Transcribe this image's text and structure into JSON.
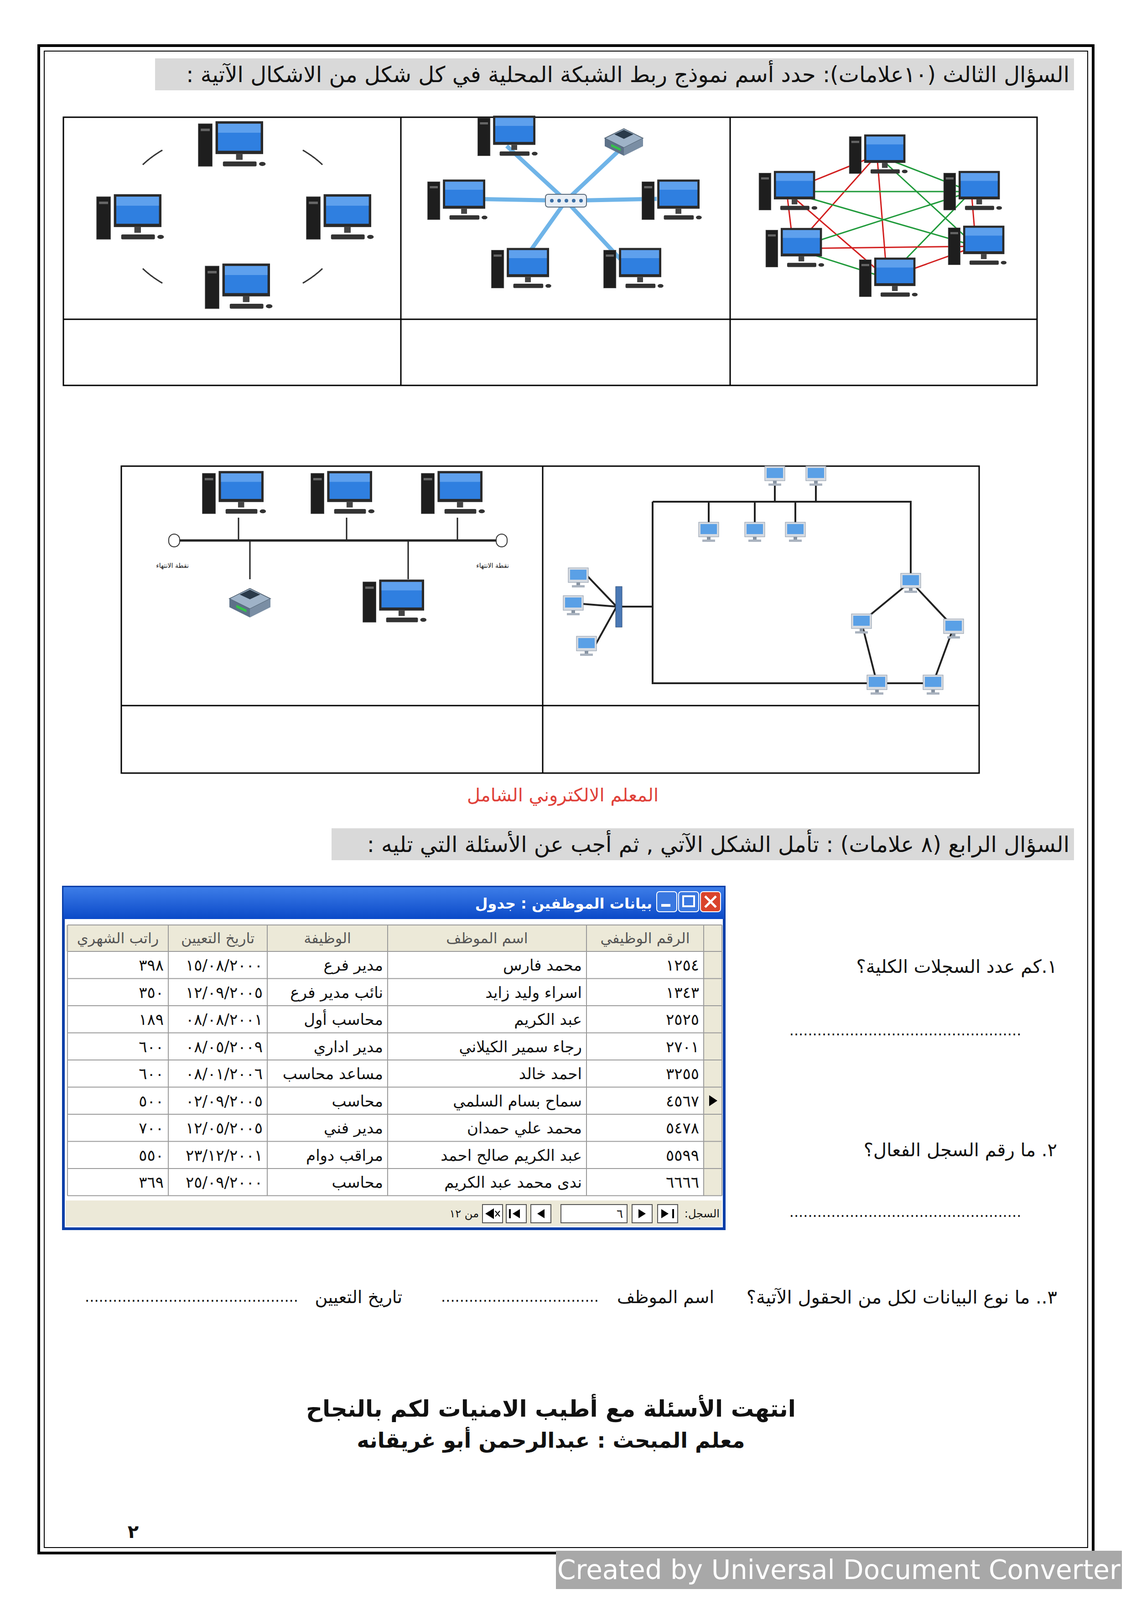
{
  "diagram": {
    "labels": [
      "السؤال الثالث (١٠علامات): حدد أسم نموذج ربط الشبكة المحلية في كل شكل من الاشكال الآتية :",
      "نقطة الانتهاء",
      "نقطة الانتهاء",
      "المعلم الالكتروني الشامل",
      "السؤال الرابع (٨ علامات) : تأمل الشكل الآتي , ثم أجب عن الأسئلة التي تليه :",
      "بيانات الموظفين : جدول",
      "الرقم الوظيفي",
      "اسم الموظف",
      "الوظيفة",
      "تاريخ التعيين",
      "راتب الشهري",
      "١٢٥٤",
      "محمد فارس",
      "مدير فرع",
      "١٥/٠٨/٢٠٠٠",
      "٣٩٨",
      "١٣٤٣",
      "اسراء وليد زايد",
      "نائب مدير فرع",
      "١٢/٠٩/٢٠٠٥",
      "٣٥٠",
      "٢٥٢٥",
      "عبد الكريم",
      "محاسب أول",
      "٠٨/٠٨/٢٠٠١",
      "١٨٩",
      "٢٧٠١",
      "رجاء سمير الكيلاني",
      "مدير اداري",
      "٠٨/٠٥/٢٠٠٩",
      "٦٠٠",
      "٣٢٥٥",
      "احمد خالد",
      "مساعد محاسب",
      "٠٨/٠١/٢٠٠٦",
      "٦٠٠",
      "٤٥٦٧",
      "سماح بسام السلمي",
      "محاسب",
      "٠٢/٠٩/٢٠٠٥",
      "٥٠٠",
      "٥٤٧٨",
      "محمد علي حمدان",
      "مدير فني",
      "١٢/٠٥/٢٠٠٥",
      "٧٠٠",
      "٥٥٩٩",
      "عبد الكريم صالح احمد",
      "مراقب دوام",
      "٢٣/١٢/٢٠٠١",
      "٥٥٠",
      "٦٦٦٦",
      "ندى محمد عبد الكريم",
      "محاسب",
      "٢٥/٠٩/٢٠٠٠",
      "٣٦٩",
      "السجل:",
      "٦",
      "من ١٢",
      "١.كم عدد السجلات الكلية؟",
      "..................................................",
      "٢. ما رقم السجل الفعال؟",
      "..................................................",
      "٣.. ما نوع البيانات لكل من الحقول الآتية؟",
      "اسم الموظف",
      "..................................",
      "تاريخ التعيين",
      "..............................................",
      "انتهت الأسئلة مع أطيب الامنيات لكم بالنجاح",
      "معلم المبحث : عبدالرحمن أبو غريقانه",
      "٢",
      "Created by Universal Document Converter"
    ]
  }
}
